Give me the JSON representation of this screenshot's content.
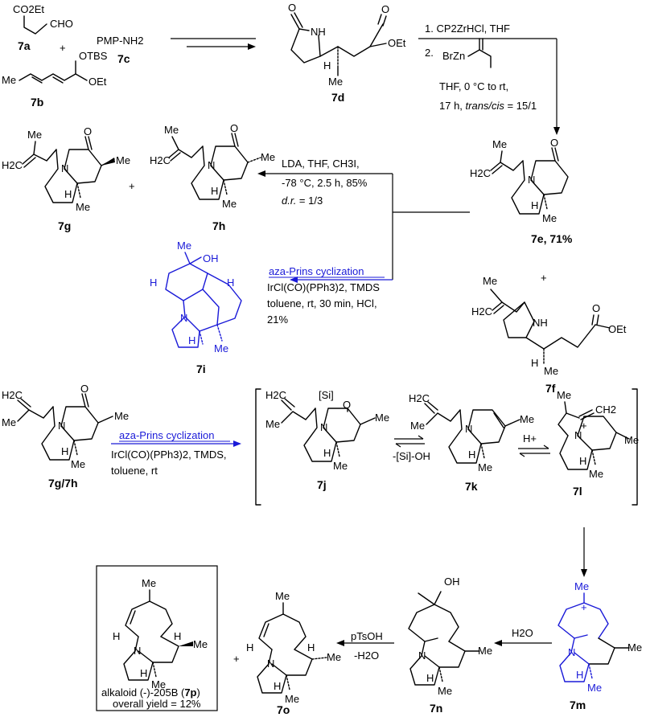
{
  "compounds": {
    "c7a": {
      "label": "7a",
      "co2et": "CO2Et",
      "cho": "CHO"
    },
    "c7b": {
      "label": "7b",
      "otbs": "OTBS",
      "oet": "OEt",
      "me": "Me"
    },
    "c7c": {
      "label": "7c",
      "text": "PMP-NH2"
    },
    "c7d": {
      "label": "7d",
      "oet": "OEt",
      "nh": "NH",
      "o": "O",
      "me": "Me",
      "h": "H"
    },
    "c7e": {
      "label": "7e, 71%",
      "me_top": "Me",
      "h2c": "H2C",
      "o": "O",
      "n": "N",
      "h": "H",
      "me": "Me"
    },
    "c7f": {
      "label": "7f",
      "h2c": "H2C",
      "me_top": "Me",
      "nh": "NH",
      "o": "O",
      "oet": "OEt",
      "h": "H",
      "me": "Me"
    },
    "c7g": {
      "label": "7g",
      "me_top": "Me",
      "h2c": "H2C",
      "o": "O",
      "n": "N",
      "me_r": "Me",
      "h": "H",
      "me": "Me"
    },
    "c7h": {
      "label": "7h",
      "me_top": "Me",
      "h2c": "H2C",
      "o": "O",
      "n": "N",
      "me_r": "Me",
      "h": "H",
      "me": "Me"
    },
    "c7i": {
      "label": "7i",
      "me": "Me",
      "oh": "OH",
      "h_left": "H",
      "h_right": "H",
      "n": "N",
      "h": "H",
      "me_bot": "Me"
    },
    "c7gh": {
      "label": "7g/7h",
      "h2c": "H2C",
      "me_top": "Me",
      "o": "O",
      "n": "N",
      "me_r": "Me",
      "h": "H",
      "me": "Me"
    },
    "c7j": {
      "label": "7j",
      "h2c": "H2C",
      "me_top": "Me",
      "si": "[Si]",
      "o": "O",
      "n": "N",
      "me_r": "Me",
      "h": "H",
      "me": "Me"
    },
    "c7k": {
      "label": "7k",
      "h2c": "H2C",
      "me_top": "Me",
      "n": "N",
      "me_r": "Me",
      "h": "H",
      "me": "Me"
    },
    "c7l": {
      "label": "7l",
      "me_top": "Me",
      "ch2": "CH2",
      "n": "N",
      "plus": "+",
      "me_r": "Me",
      "h": "H",
      "me": "Me"
    },
    "c7m": {
      "label": "7m",
      "me_top": "Me",
      "plus": "+",
      "n": "N",
      "me_r": "Me",
      "h": "H",
      "me": "Me"
    },
    "c7n": {
      "label": "7n",
      "oh": "OH",
      "n": "N",
      "me_r": "Me",
      "h": "H",
      "me": "Me"
    },
    "c7o": {
      "label": "7o",
      "me_top": "Me",
      "h_l": "H",
      "h_r": "H",
      "n": "N",
      "me_r": "Me",
      "h": "H",
      "me": "Me"
    },
    "c7p": {
      "label_pre": "alkaloid (-)-205B (",
      "label_b": "7p",
      "label_post": ")",
      "yield": "overall yield = 12%",
      "me_top": "Me",
      "h_l": "H",
      "h_r": "H",
      "n": "N",
      "me_r": "Me",
      "h": "H",
      "me": "Me"
    }
  },
  "plus_signs": [
    "+",
    "+",
    "+",
    "+"
  ],
  "conditions": {
    "step1_line1": "1. CP2ZrHCl, THF",
    "step1_line2_num": "2.",
    "step1_brzn": "BrZn",
    "step1_line3": "THF, 0 °C to rt,",
    "step1_line4_pre": "17 h, ",
    "step1_line4_it": "trans/cis",
    "step1_line4_post": " = 15/1",
    "lda_line1": "LDA, THF, CH3I,",
    "lda_line2": "-78 °C, 2.5 h, 85%",
    "lda_line3_it": "d.r.",
    "lda_line3_post": " = 1/3",
    "prins1_title": "aza-Prins cyclization",
    "prins1_line1": "IrCl(CO)(PPh3)2, TMDS",
    "prins1_line2": "toluene, rt, 30 min, HCl,",
    "prins1_line3": "21%",
    "prins2_title": "aza-Prins cyclization",
    "prins2_line1": "IrCl(CO)(PPh3)2, TMDS,",
    "prins2_line2": "toluene, rt",
    "jk": "-[Si]-OH",
    "kl": "H+",
    "mn": "H2O",
    "no_line1": "pTsOH",
    "no_line2": "-H2O"
  },
  "colors": {
    "highlight": "#1a1ad8",
    "ink": "#000000"
  }
}
